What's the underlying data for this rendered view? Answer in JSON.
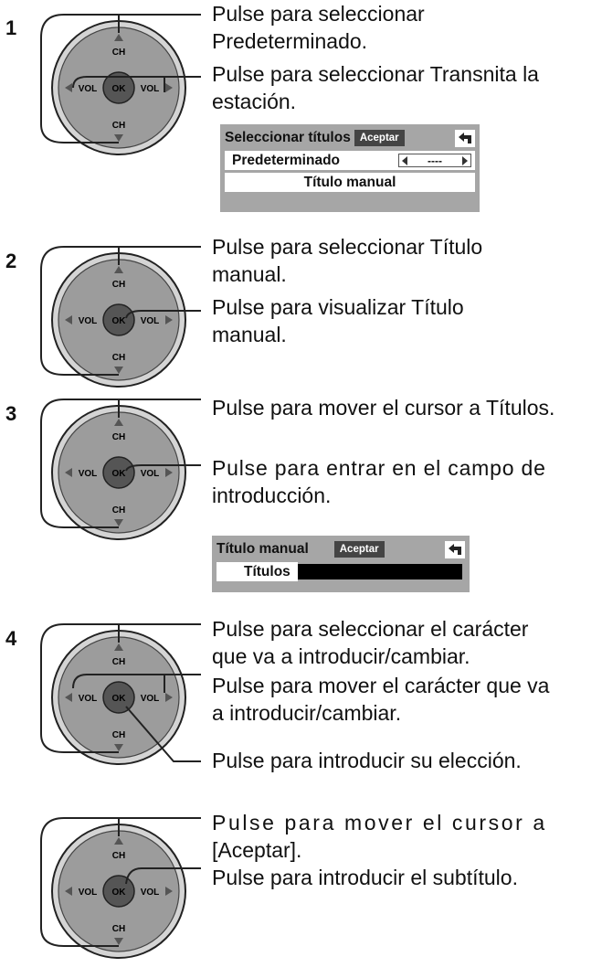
{
  "steps": [
    {
      "number": "1",
      "lines": [
        "Pulse para seleccionar",
        "Predeterminado.",
        "Pulse para seleccionar Transnita la",
        "estación."
      ],
      "osd": {
        "title": "Seleccionar títulos",
        "accept": "Aceptar",
        "row1_label": "Predeterminado",
        "row1_value": "----",
        "row2_label": "Título manual"
      }
    },
    {
      "number": "2",
      "lines": [
        "Pulse para seleccionar Título",
        "manual.",
        "Pulse para visualizar Título",
        "manual."
      ]
    },
    {
      "number": "3",
      "lines": [
        "Pulse para mover el cursor a Títulos.",
        "Pulse para entrar en el campo de",
        "introducción."
      ],
      "osd": {
        "title": "Título manual",
        "accept": "Aceptar",
        "row1_label": "Títulos"
      }
    },
    {
      "number": "4",
      "lines": [
        "Pulse para seleccionar el carácter",
        "que va a introducir/cambiar.",
        "Pulse para mover el carácter que va",
        "a introducir/cambiar.",
        "Pulse para introducir su elección."
      ]
    },
    {
      "number": "",
      "lines": [
        "Pulse para mover el cursor a",
        "[Aceptar].",
        "Pulse para introducir el subtítulo."
      ]
    }
  ],
  "remote_labels": {
    "ch": "CH",
    "vol": "VOL",
    "ok": "OK"
  }
}
